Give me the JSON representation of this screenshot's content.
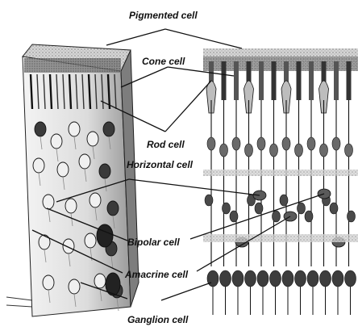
{
  "labels": {
    "pigmented": "Pigmented cell",
    "cone": "Cone cell",
    "rod": "Rod cell",
    "horizontal": "Horizontal cell",
    "bipolar": "Bipolar cell",
    "amacrine": "Amacrine cell",
    "ganglion": "Ganglion cell"
  },
  "colors": {
    "ink": "#111111",
    "shade_dark": "#333333",
    "shade_mid": "#8a8a8a",
    "shade_light": "#cfcfcf"
  }
}
